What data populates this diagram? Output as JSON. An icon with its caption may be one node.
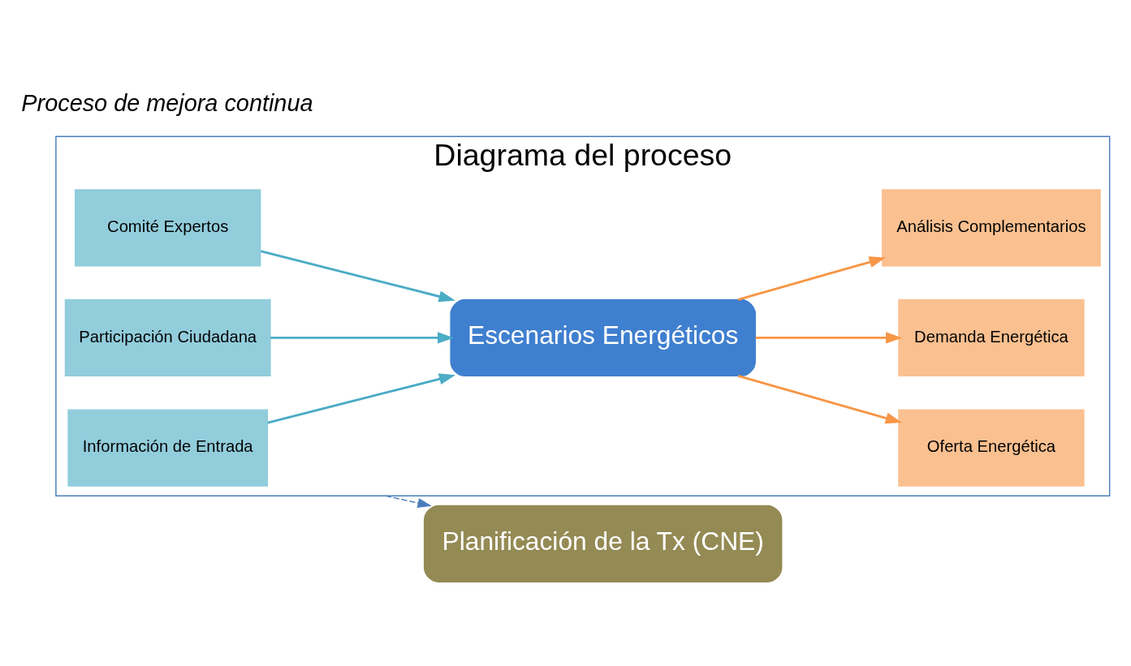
{
  "diagram": {
    "nodes": [
      {
        "text": [
          "Diagrama del proceso"
        ]
      },
      {
        "text": [
          "Información de Entrada"
        ],
        "in": 0
      },
      {
        "text": [
          "Comité Expertos"
        ],
        "in": 0
      },
      {
        "text": [
          "Participación Ciudadana"
        ],
        "in": 0
      },
      {
        "text": [
          "Escenarios Energéticos"
        ],
        "in": 0
      },
      {
        "text": [
          "Oferta Energética"
        ],
        "in": 0
      },
      {
        "text": [
          "Demanda Energética"
        ],
        "in": 0
      },
      {
        "text": [
          "Análisis Complementarios"
        ],
        "in": 0
      },
      {
        "text": [
          "Planificación de la Tx (CNE)"
        ]
      }
    ],
    "edges": [
      {
        "from": 1,
        "to": 4,
        "arrow": "to",
        "color": "#4bacc6"
      },
      {
        "from": 2,
        "to": 4,
        "arrow": "to",
        "color": "#4bacc6"
      },
      {
        "from": 3,
        "to": 4,
        "arrow": "to",
        "color": "#4bacc6"
      },
      {
        "from": 4,
        "to": 5,
        "arrow": "to",
        "color": "#f79646"
      },
      {
        "from": 4,
        "to": 6,
        "arrow": "to",
        "color": "#f79646"
      },
      {
        "from": 4,
        "to": 7,
        "arrow": "to",
        "color": "#f79646"
      },
      {
        "from": 0,
        "to": 8,
        "arrow": "to",
        "style": "dashed",
        "color": "#4a7ebb"
      }
    ],
    "labels": [
      "Proceso de mejora continua"
    ]
  }
}
